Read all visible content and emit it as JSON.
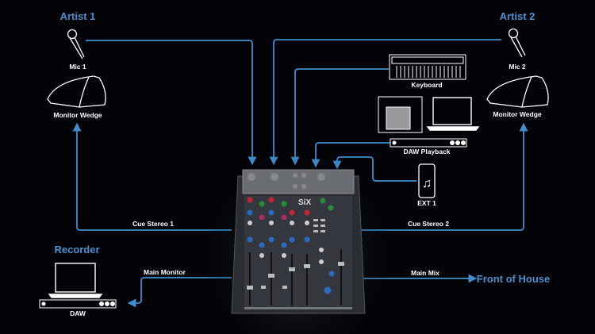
{
  "colors": {
    "line": "#3f8fd0",
    "heading": "#4a90d0",
    "background": "#020306"
  },
  "headings": {
    "artist1": "Artist 1",
    "artist2": "Artist 2",
    "recorder": "Recorder",
    "foh": "Front of House"
  },
  "devices": {
    "mic1": "Mic 1",
    "mic2": "Mic 2",
    "wedge1": "Monitor Wedge",
    "wedge2": "Monitor Wedge",
    "keyboard": "Keyboard",
    "daw_playback": "DAW Playback",
    "ext1": "EXT 1",
    "daw": "DAW",
    "mixer_logo": "SiX"
  },
  "connections": {
    "cue1": "Cue Stereo 1",
    "cue2": "Cue Stereo 2",
    "main_monitor": "Main Monitor",
    "main_mix": "Main Mix"
  }
}
